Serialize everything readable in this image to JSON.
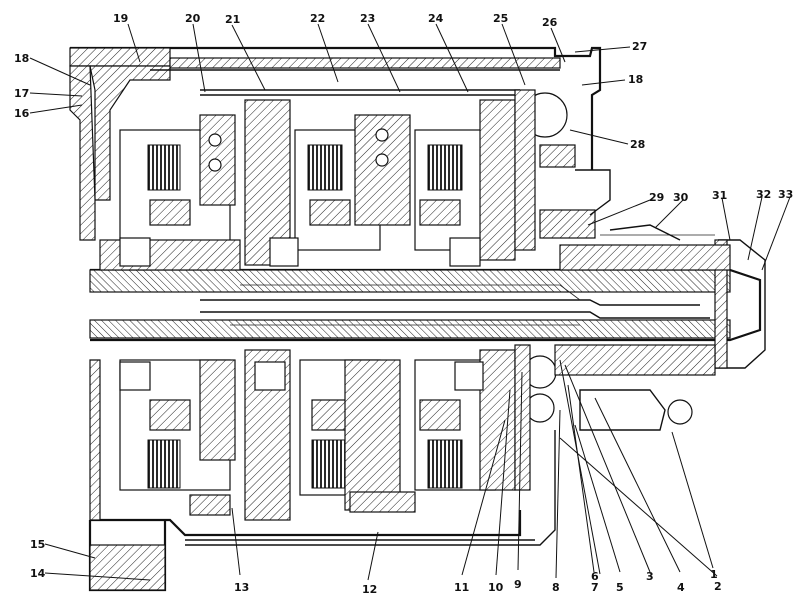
{
  "callouts": [
    {
      "id": "c1",
      "text": "1"
    },
    {
      "id": "c2",
      "text": "2"
    },
    {
      "id": "c3",
      "text": "3"
    },
    {
      "id": "c4",
      "text": "4"
    },
    {
      "id": "c5",
      "text": "5"
    },
    {
      "id": "c6",
      "text": "6"
    },
    {
      "id": "c7",
      "text": "7"
    },
    {
      "id": "c8",
      "text": "8"
    },
    {
      "id": "c9",
      "text": "9"
    },
    {
      "id": "c10",
      "text": "10"
    },
    {
      "id": "c11",
      "text": "11"
    },
    {
      "id": "c12",
      "text": "12"
    },
    {
      "id": "c13",
      "text": "13"
    },
    {
      "id": "c14",
      "text": "14"
    },
    {
      "id": "c15",
      "text": "15"
    },
    {
      "id": "c16",
      "text": "16"
    },
    {
      "id": "c17",
      "text": "17"
    },
    {
      "id": "c18a",
      "text": "18"
    },
    {
      "id": "c18b",
      "text": "18"
    },
    {
      "id": "c19",
      "text": "19"
    },
    {
      "id": "c20",
      "text": "20"
    },
    {
      "id": "c21",
      "text": "21"
    },
    {
      "id": "c22",
      "text": "22"
    },
    {
      "id": "c23",
      "text": "23"
    },
    {
      "id": "c24",
      "text": "24"
    },
    {
      "id": "c25",
      "text": "25"
    },
    {
      "id": "c26",
      "text": "26"
    },
    {
      "id": "c27",
      "text": "27"
    },
    {
      "id": "c28",
      "text": "28"
    },
    {
      "id": "c29",
      "text": "29"
    },
    {
      "id": "c30",
      "text": "30"
    },
    {
      "id": "c31",
      "text": "31"
    },
    {
      "id": "c32",
      "text": "32"
    },
    {
      "id": "c33",
      "text": "33"
    }
  ]
}
